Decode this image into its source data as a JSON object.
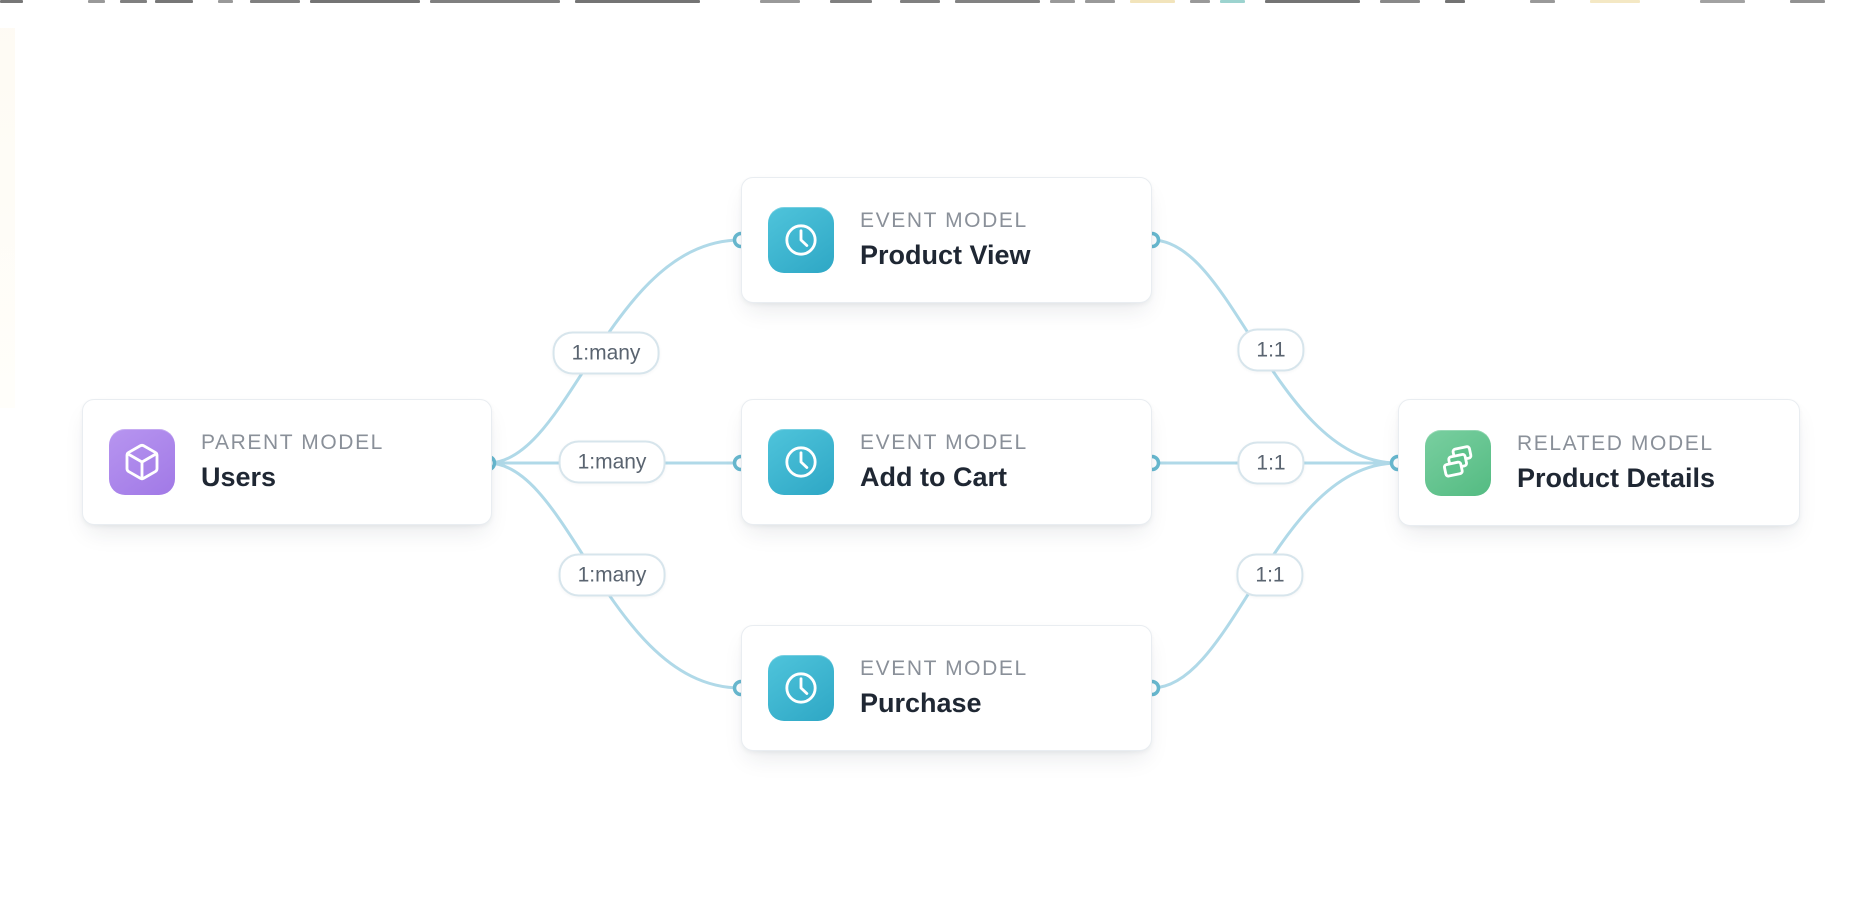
{
  "diagram": {
    "nodes": [
      {
        "type_label": "PARENT MODEL",
        "title": "Users",
        "icon": "cube-icon",
        "accent": "#a985ea"
      },
      {
        "type_label": "EVENT MODEL",
        "title": "Product View",
        "icon": "clock-icon",
        "accent": "#3db4cf"
      },
      {
        "type_label": "EVENT MODEL",
        "title": "Add to Cart",
        "icon": "clock-icon",
        "accent": "#3db4cf"
      },
      {
        "type_label": "EVENT MODEL",
        "title": "Purchase",
        "icon": "clock-icon",
        "accent": "#3db4cf"
      },
      {
        "type_label": "RELATED MODEL",
        "title": "Product Details",
        "icon": "layers-icon",
        "accent": "#63c491"
      }
    ],
    "edges": [
      {
        "from": "Users",
        "to": "Product View",
        "label": "1:many"
      },
      {
        "from": "Users",
        "to": "Add to Cart",
        "label": "1:many"
      },
      {
        "from": "Users",
        "to": "Purchase",
        "label": "1:many"
      },
      {
        "from": "Product View",
        "to": "Product Details",
        "label": "1:1"
      },
      {
        "from": "Add to Cart",
        "to": "Product Details",
        "label": "1:1"
      },
      {
        "from": "Purchase",
        "to": "Product Details",
        "label": "1:1"
      }
    ],
    "colors": {
      "connector": "#b0d9e8",
      "port_ring": "#68b9d0",
      "pill_border": "#d7e5ec",
      "pill_text": "#5a6470",
      "type_label_text": "#8a9099",
      "title_text": "#1f2733",
      "card_border": "#e9edf1"
    }
  }
}
